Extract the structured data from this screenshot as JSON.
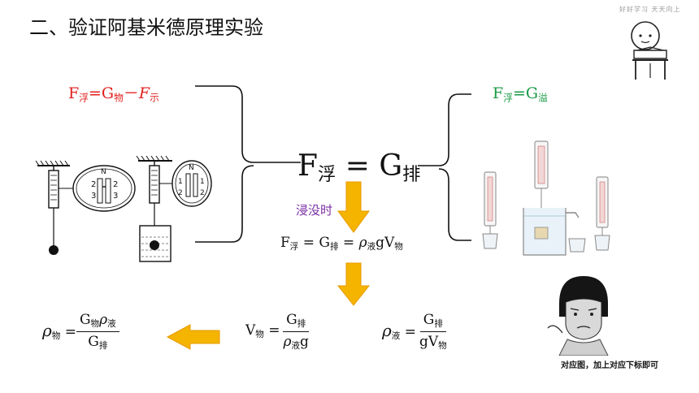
{
  "slide": {
    "title": "二、验证阿基米德原理实验",
    "watermark": "好好学习 天天向上",
    "caption": "对应图，加上对应下标即可"
  },
  "formulas": {
    "left_top": {
      "F": "F",
      "sub_fu": "浮",
      "eq": "=G",
      "sub_wu": "物",
      "minus": "－",
      "Fi": "F",
      "sub_shi": "示"
    },
    "right_top": {
      "F": "F",
      "sub_fu": "浮",
      "eq": "=G",
      "sub_yi": "溢"
    },
    "main": {
      "F": "F",
      "sub_fu": "浮",
      "eq": " = G",
      "sub_pai": "排"
    },
    "immersion_label": "浸没时",
    "expanded": {
      "F": "F",
      "sub_fu": "浮",
      "eq1": " = G",
      "sub_pai": "排",
      "eq2": " = ",
      "rho": "ρ",
      "sub_ye": "液",
      "gV": "gV",
      "sub_wu": "物"
    },
    "rho_obj": {
      "rho": "ρ",
      "sub": "物",
      "eq": " = ",
      "num_G": "G",
      "num_sub_wu": "物",
      "num_rho": "ρ",
      "num_sub_ye": "液",
      "den_G": "G",
      "den_sub": "排"
    },
    "v_obj": {
      "V": "V",
      "sub": "物",
      "eq": " = ",
      "num_G": "G",
      "num_sub": "排",
      "den_rho": "ρ",
      "den_sub": "液",
      "den_g": "g"
    },
    "rho_liq": {
      "rho": "ρ",
      "sub": "液",
      "eq": " = ",
      "num_G": "G",
      "num_sub": "排",
      "den_gV": "gV",
      "den_sub": "物"
    }
  },
  "figures": {
    "scale_marks_left": [
      "2",
      "3"
    ],
    "scale_marks_right": [
      "1",
      "2"
    ],
    "newton_label": "N"
  },
  "colors": {
    "red": "#e0201e",
    "green": "#1a9a46",
    "purple": "#7b2fa5",
    "arrow": "#f4b400",
    "arrow_outline": "#e89a00"
  }
}
